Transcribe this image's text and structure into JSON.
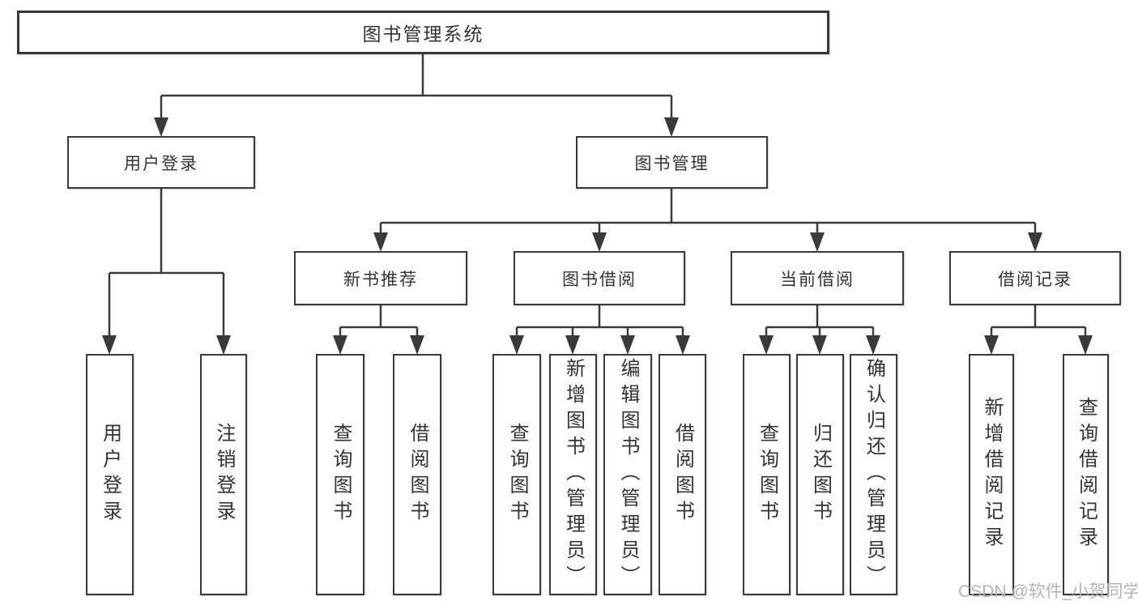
{
  "diagram": {
    "root": {
      "label": "图书管理系统"
    },
    "branches": [
      {
        "label": "用户登录",
        "children": [
          {
            "label": "用户登录"
          },
          {
            "label": "注销登录"
          }
        ]
      },
      {
        "label": "图书管理",
        "children": [
          {
            "label": "新书推荐",
            "children": [
              {
                "label": "查询图书"
              },
              {
                "label": "借阅图书"
              }
            ]
          },
          {
            "label": "图书借阅",
            "children": [
              {
                "label": "查询图书"
              },
              {
                "label": "新增图书（管理员）"
              },
              {
                "label": "编辑图书（管理员）"
              },
              {
                "label": "借阅图书"
              }
            ]
          },
          {
            "label": "当前借阅",
            "children": [
              {
                "label": "查询图书"
              },
              {
                "label": "归还图书"
              },
              {
                "label": "确认归还（管理员）"
              }
            ]
          },
          {
            "label": "借阅记录",
            "children": [
              {
                "label": "新增借阅记录"
              },
              {
                "label": "查询借阅记录"
              }
            ]
          }
        ]
      }
    ]
  },
  "watermark": {
    "text": "CSDN @软件_小贺同学"
  },
  "colors": {
    "line": "#3a3a3a",
    "box_border": "#3a3a3a",
    "text": "#333333",
    "background": "#ffffff",
    "watermark": "#b3b3b3"
  }
}
